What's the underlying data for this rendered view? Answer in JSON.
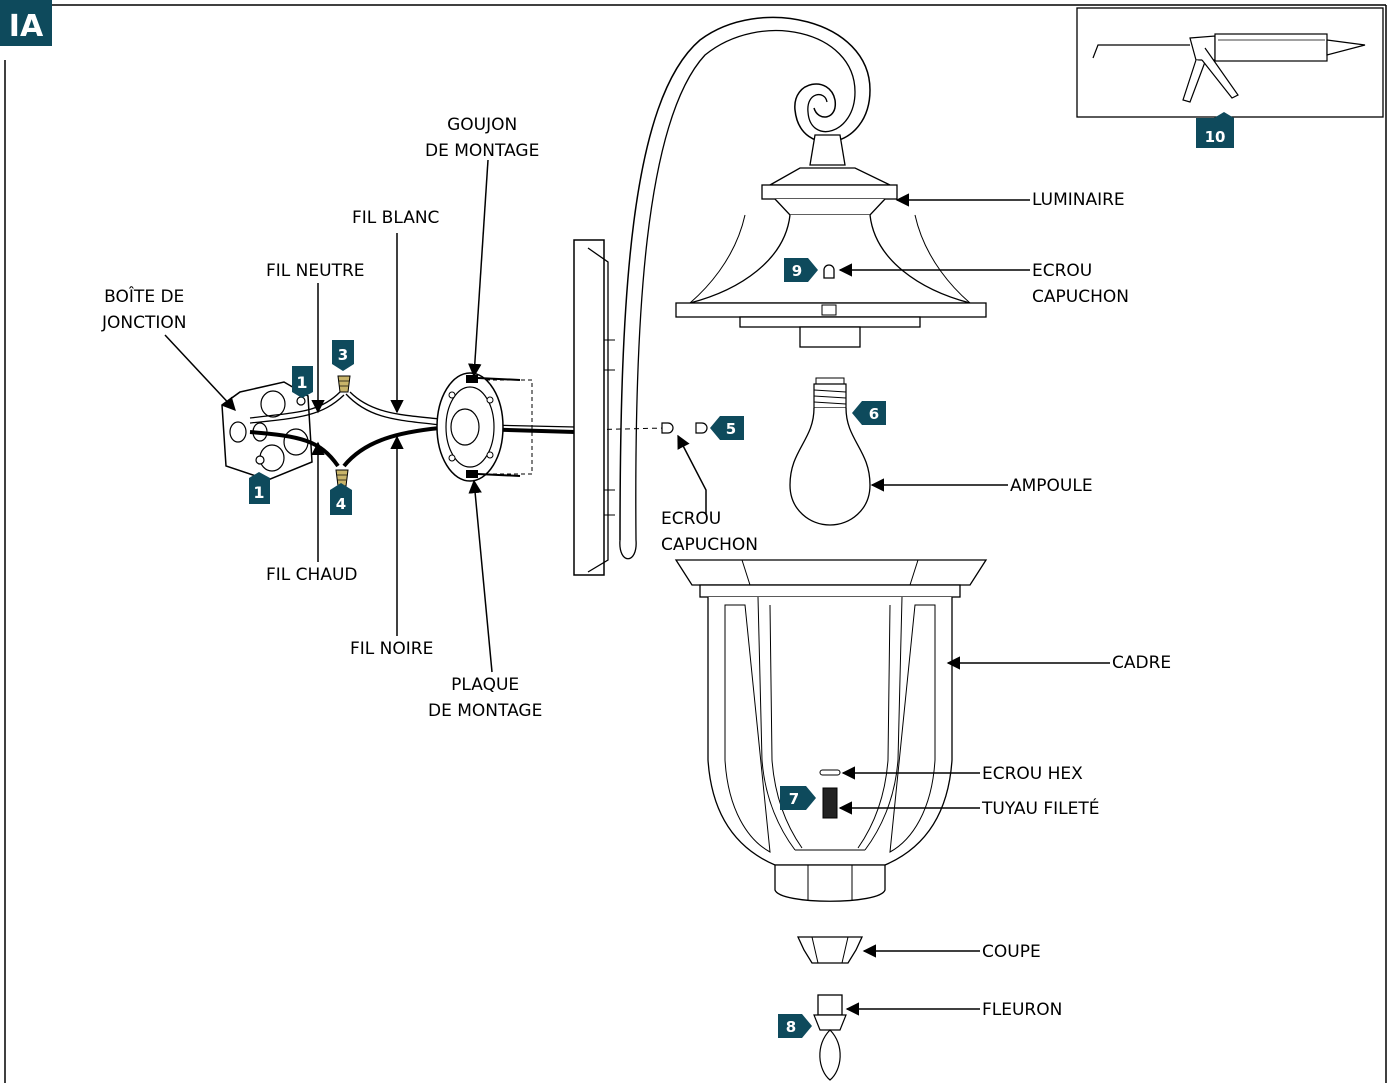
{
  "figure_id": "IA",
  "colors": {
    "badge": "#0e4a5c",
    "line": "#000000",
    "connector": "#c8b46a"
  },
  "labels": {
    "boite": [
      "BOÎTE DE",
      "JONCTION"
    ],
    "fil_neutre": "FIL NEUTRE",
    "fil_blanc": "FIL BLANC",
    "goujon": [
      "GOUJON",
      "DE MONTAGE"
    ],
    "luminaire": "LUMINAIRE",
    "ecrou_capuchon_top": [
      "ECROU",
      "CAPUCHON"
    ],
    "ecrou_capuchon_mid": [
      "ECROU",
      "CAPUCHON"
    ],
    "ampoule": "AMPOULE",
    "fil_chaud": "FIL CHAUD",
    "fil_noire": "FIL NOIRE",
    "plaque": [
      "PLAQUE",
      "DE MONTAGE"
    ],
    "cadre": "CADRE",
    "ecrou_hex": "ECROU HEX",
    "tuyau": "TUYAU FILETÉ",
    "coupe": "COUPE",
    "fleuron": "FLEURON"
  },
  "badges": {
    "b1a": "1",
    "b1b": "1",
    "b3": "3",
    "b4": "4",
    "b5": "5",
    "b6": "6",
    "b7": "7",
    "b8": "8",
    "b9": "9",
    "b10": "10"
  }
}
